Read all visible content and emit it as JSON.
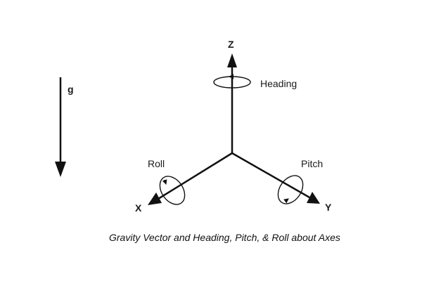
{
  "diagram": {
    "gravity_label": "g",
    "axes": {
      "z": "Z",
      "x": "X",
      "y": "Y"
    },
    "rotations": {
      "heading": "Heading",
      "roll": "Roll",
      "pitch": "Pitch"
    },
    "caption": "Gravity Vector and Heading, Pitch, & Roll about Axes"
  }
}
